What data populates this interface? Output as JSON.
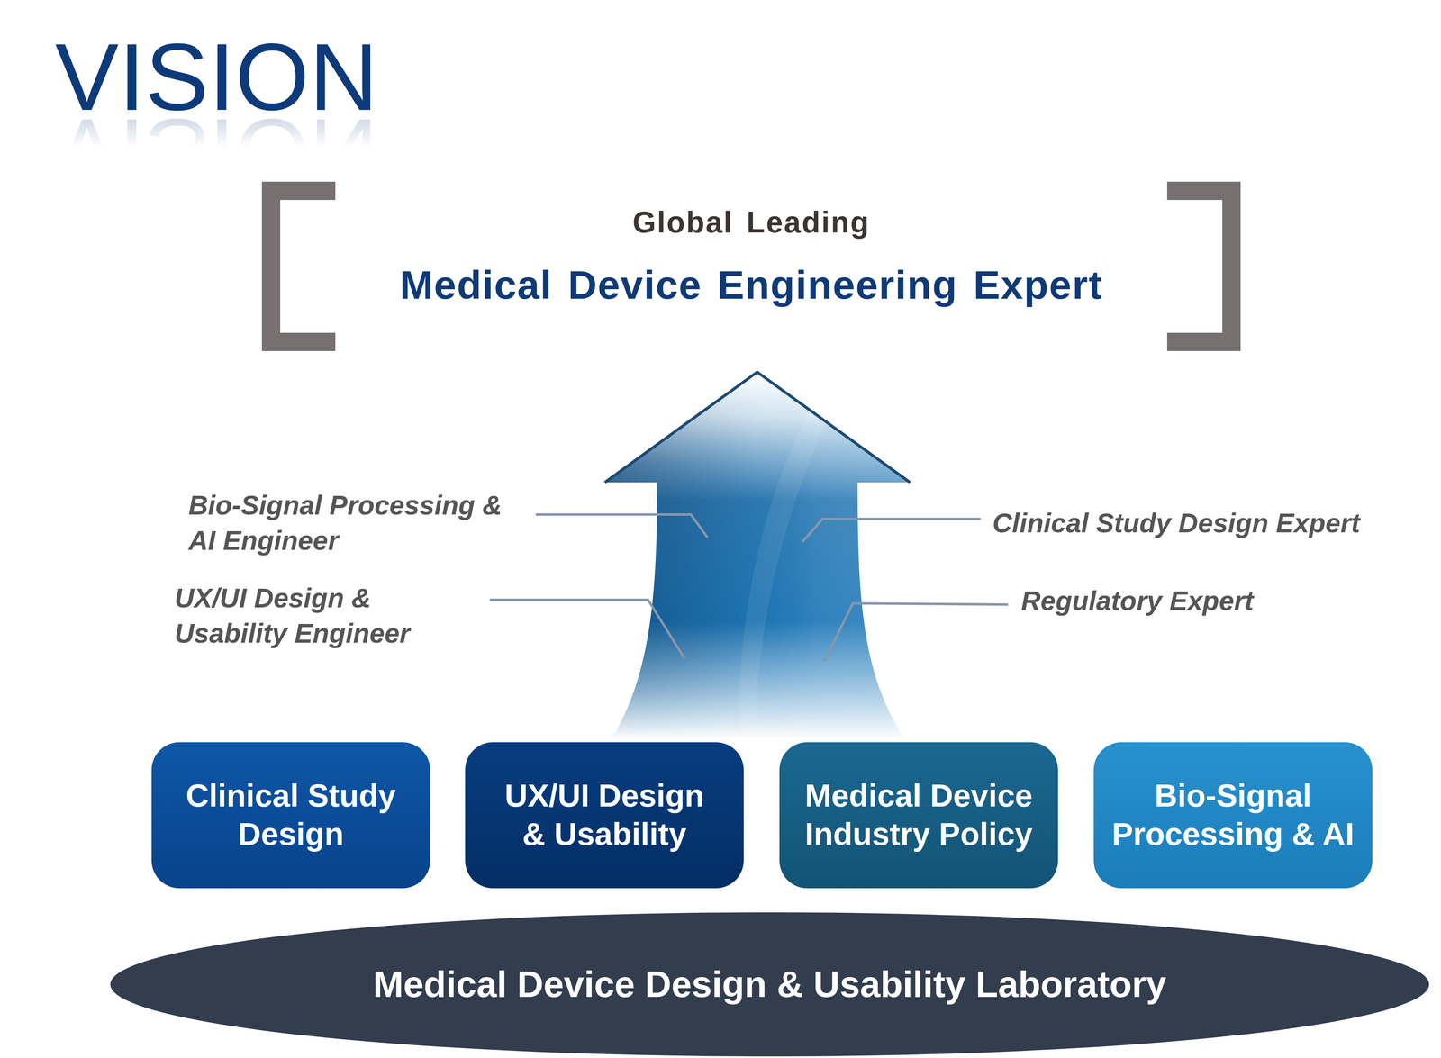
{
  "diagram": {
    "title": "VISION",
    "nodes": [
      {
        "text": [
          "Global Leading",
          "Medical Device Engineering Expert"
        ]
      },
      {
        "text": [
          "Clinical Study Design"
        ]
      },
      {
        "text": [
          "UX/UI Design & Usability"
        ]
      },
      {
        "text": [
          "Medical Device Industry Policy"
        ]
      },
      {
        "text": [
          "Bio-Signal Processing & AI"
        ]
      },
      {
        "text": [
          "Medical Device Design & Usability Laboratory"
        ]
      }
    ],
    "labels": [
      "Bio-Signal Processing & AI Engineer",
      "UX/UI Design & Usability Engineer",
      "Clinical Study Design Expert",
      "Regulatory Expert"
    ]
  }
}
